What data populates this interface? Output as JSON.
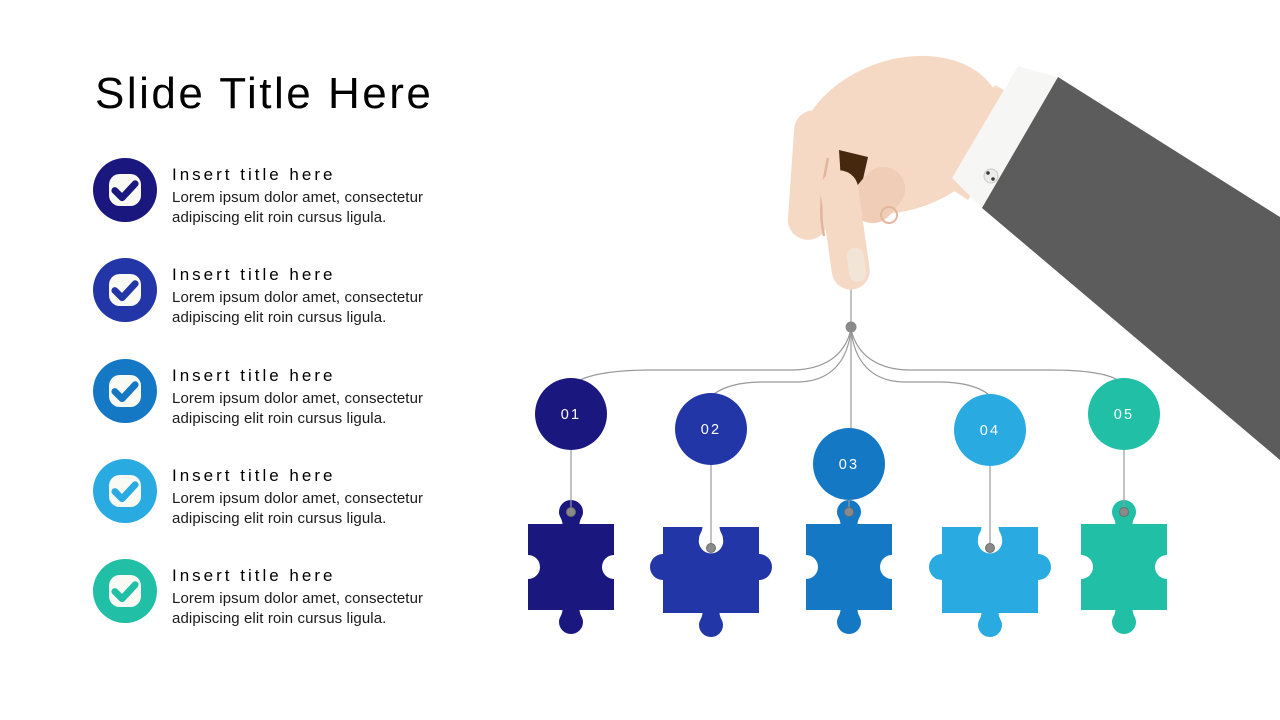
{
  "slide": {
    "title": "Slide Title Here"
  },
  "items": [
    {
      "title": "Insert title here",
      "body": "Lorem ipsum dolor amet, consectetur adipiscing elit roin cursus ligula.",
      "color": "#1A187F",
      "icon": "check-icon"
    },
    {
      "title": "Insert title here",
      "body": "Lorem ipsum dolor amet, consectetur adipiscing elit roin cursus ligula.",
      "color": "#2336A8",
      "icon": "check-icon"
    },
    {
      "title": "Insert title here",
      "body": "Lorem ipsum dolor amet, consectetur adipiscing elit roin cursus ligula.",
      "color": "#1478C5",
      "icon": "check-icon"
    },
    {
      "title": "Insert title here",
      "body": "Lorem ipsum dolor amet, consectetur adipiscing elit roin cursus ligula.",
      "color": "#29ABE2",
      "icon": "check-icon"
    },
    {
      "title": "Insert title here",
      "body": "Lorem ipsum dolor amet, consectetur adipiscing elit roin cursus ligula.",
      "color": "#20BFA6",
      "icon": "check-icon"
    }
  ],
  "diagram": {
    "description": "hand-holding-five-strings-with-numbered-nodes-and-puzzle-pieces",
    "nodes": [
      {
        "label": "01",
        "color": "#1A187F",
        "piece": "tall"
      },
      {
        "label": "02",
        "color": "#2336A8",
        "piece": "wide"
      },
      {
        "label": "03",
        "color": "#1478C5",
        "piece": "tall"
      },
      {
        "label": "04",
        "color": "#29ABE2",
        "piece": "wide"
      },
      {
        "label": "05",
        "color": "#20BFA6",
        "piece": "tall"
      }
    ]
  },
  "palette": {
    "line_gray": "#999999",
    "dot_gray": "#8A8A8A",
    "dot_edge": "#6E6E6E",
    "sleeve_gray": "#5C5C5C",
    "cuff_white": "#F6F6F4",
    "cuff_edge": "#E4E4E2",
    "skin": "#F6D9C5",
    "skin_shadow": "#F0CDB6",
    "skin_line": "#E0B69C",
    "grip_brown": "#46280F",
    "nail": "#F2E4D6",
    "icon_inner": "#FAFAF4",
    "text_black": "#000000"
  }
}
